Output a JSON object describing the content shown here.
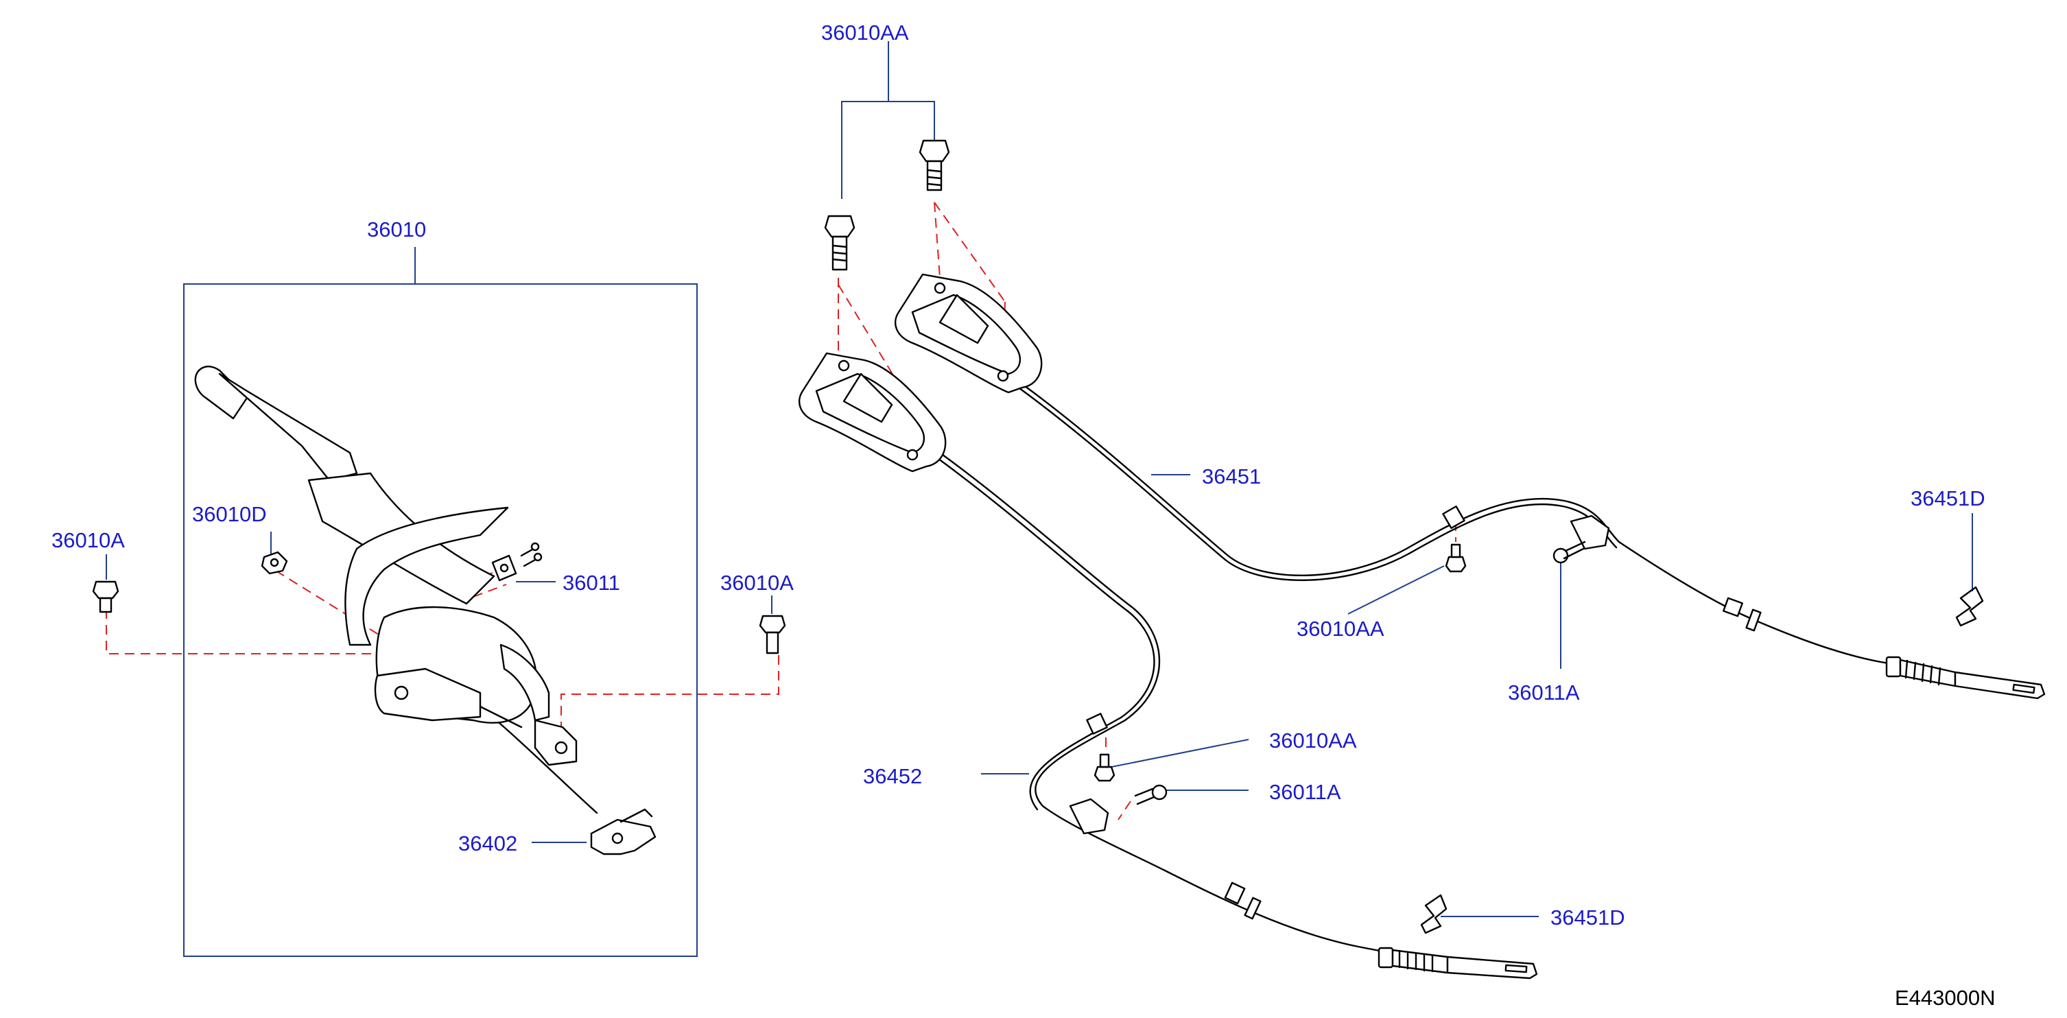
{
  "diagram": {
    "reference_code": "E443000N",
    "colors": {
      "label": "#1a1acc",
      "leader": "#1f3f8f",
      "dashed_guide": "#e02020",
      "part_outline": "#000000"
    },
    "labels": {
      "lever_assembly": "36010",
      "bolt_top": "36010AA",
      "bolt_left": "36010A",
      "nut": "36010D",
      "bolt_right": "36010A",
      "switch": "36011",
      "lever_bracket": "36402",
      "cable_rh": "36451",
      "clip_rh": "36451D",
      "bolt_cable_rh": "36010AA",
      "screw_cable_rh": "36011A",
      "cable_lh": "36452",
      "bolt_cable_lh": "36010AA",
      "screw_cable_lh": "36011A",
      "clip_lh": "36451D"
    }
  }
}
